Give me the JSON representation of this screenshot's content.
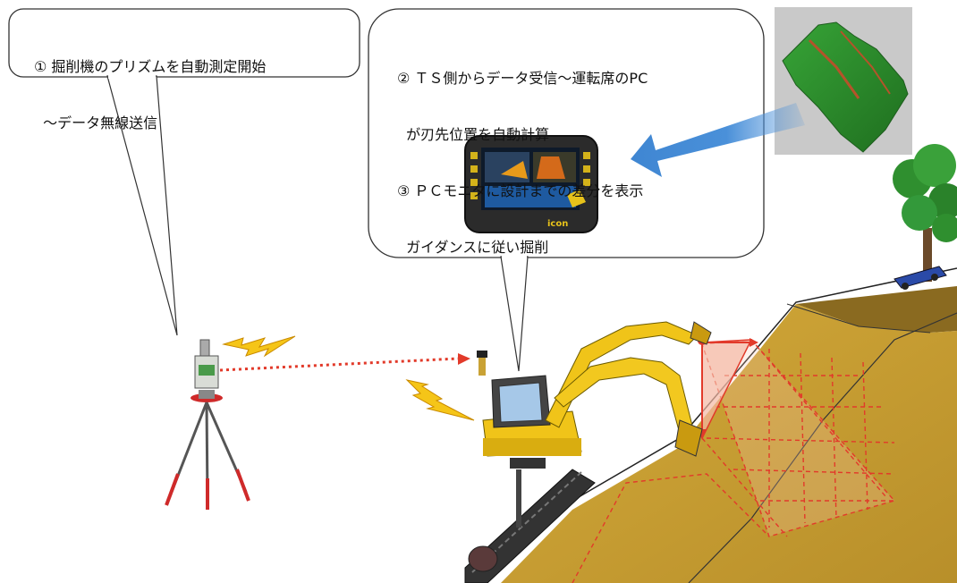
{
  "callout_left": {
    "lines": [
      "① 掘削機のプリズムを自動測定開始",
      "  ～データ無線送信"
    ]
  },
  "callout_center": {
    "lines": [
      "② ＴＳ側からデータ受信～運転席のPC",
      "  が刃先位置を自動計算",
      "③ ＰＣモニタに設計までの差分を表示",
      "  ガイダンスに従い掘削"
    ]
  },
  "monitor": {
    "brand_text": "icon"
  },
  "colors": {
    "slope": "#c9a235",
    "slope_dark": "#b58d27",
    "excavator": "#f0c419",
    "design_grid": "#e23a2a",
    "signal": "#e23a2a",
    "arrow": "#4a90d9",
    "terrain_model": "#2e8b2e",
    "tree": "#2f8f2f"
  },
  "icons": [
    "total-station-icon",
    "lightning-icon",
    "excavator-icon",
    "tablet-monitor-icon",
    "terrain-model-icon",
    "tree-icon",
    "truck-icon"
  ]
}
